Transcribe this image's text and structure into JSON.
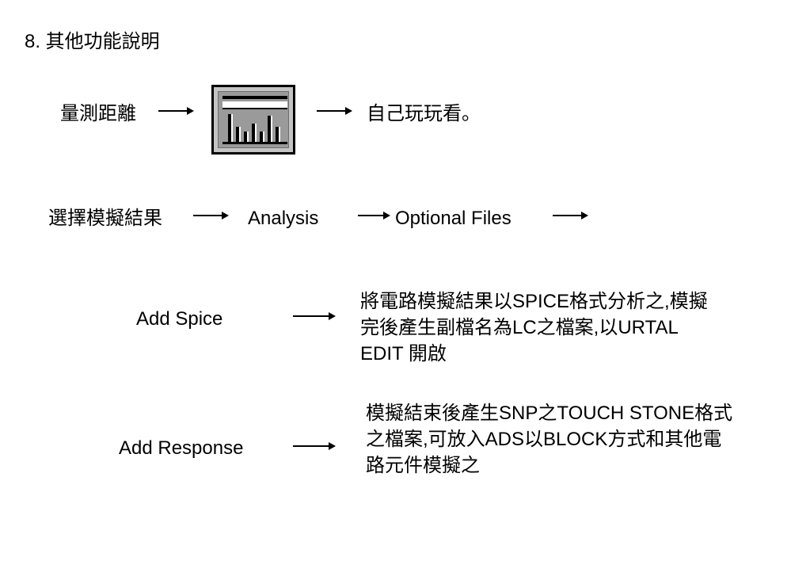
{
  "heading": "8. 其他功能說明",
  "row1": {
    "label": "量測距離",
    "icon": "histogram-toolbar-icon",
    "result": "自己玩玩看。"
  },
  "row2": {
    "label": "選擇模擬結果",
    "step1": "Analysis",
    "step2": "Optional Files"
  },
  "add_spice": {
    "label": "Add Spice",
    "description_lines": [
      "將電路模擬結果以SPICE格式分析之,模擬",
      "完後產生副檔名為LC之檔案,以URTAL",
      "EDIT 開啟"
    ]
  },
  "add_response": {
    "label": "Add Response",
    "description_lines": [
      "模擬結束後產生SNP之TOUCH STONE格式",
      "之檔案,可放入ADS以BLOCK方式和其他電",
      "路元件模擬之"
    ]
  }
}
